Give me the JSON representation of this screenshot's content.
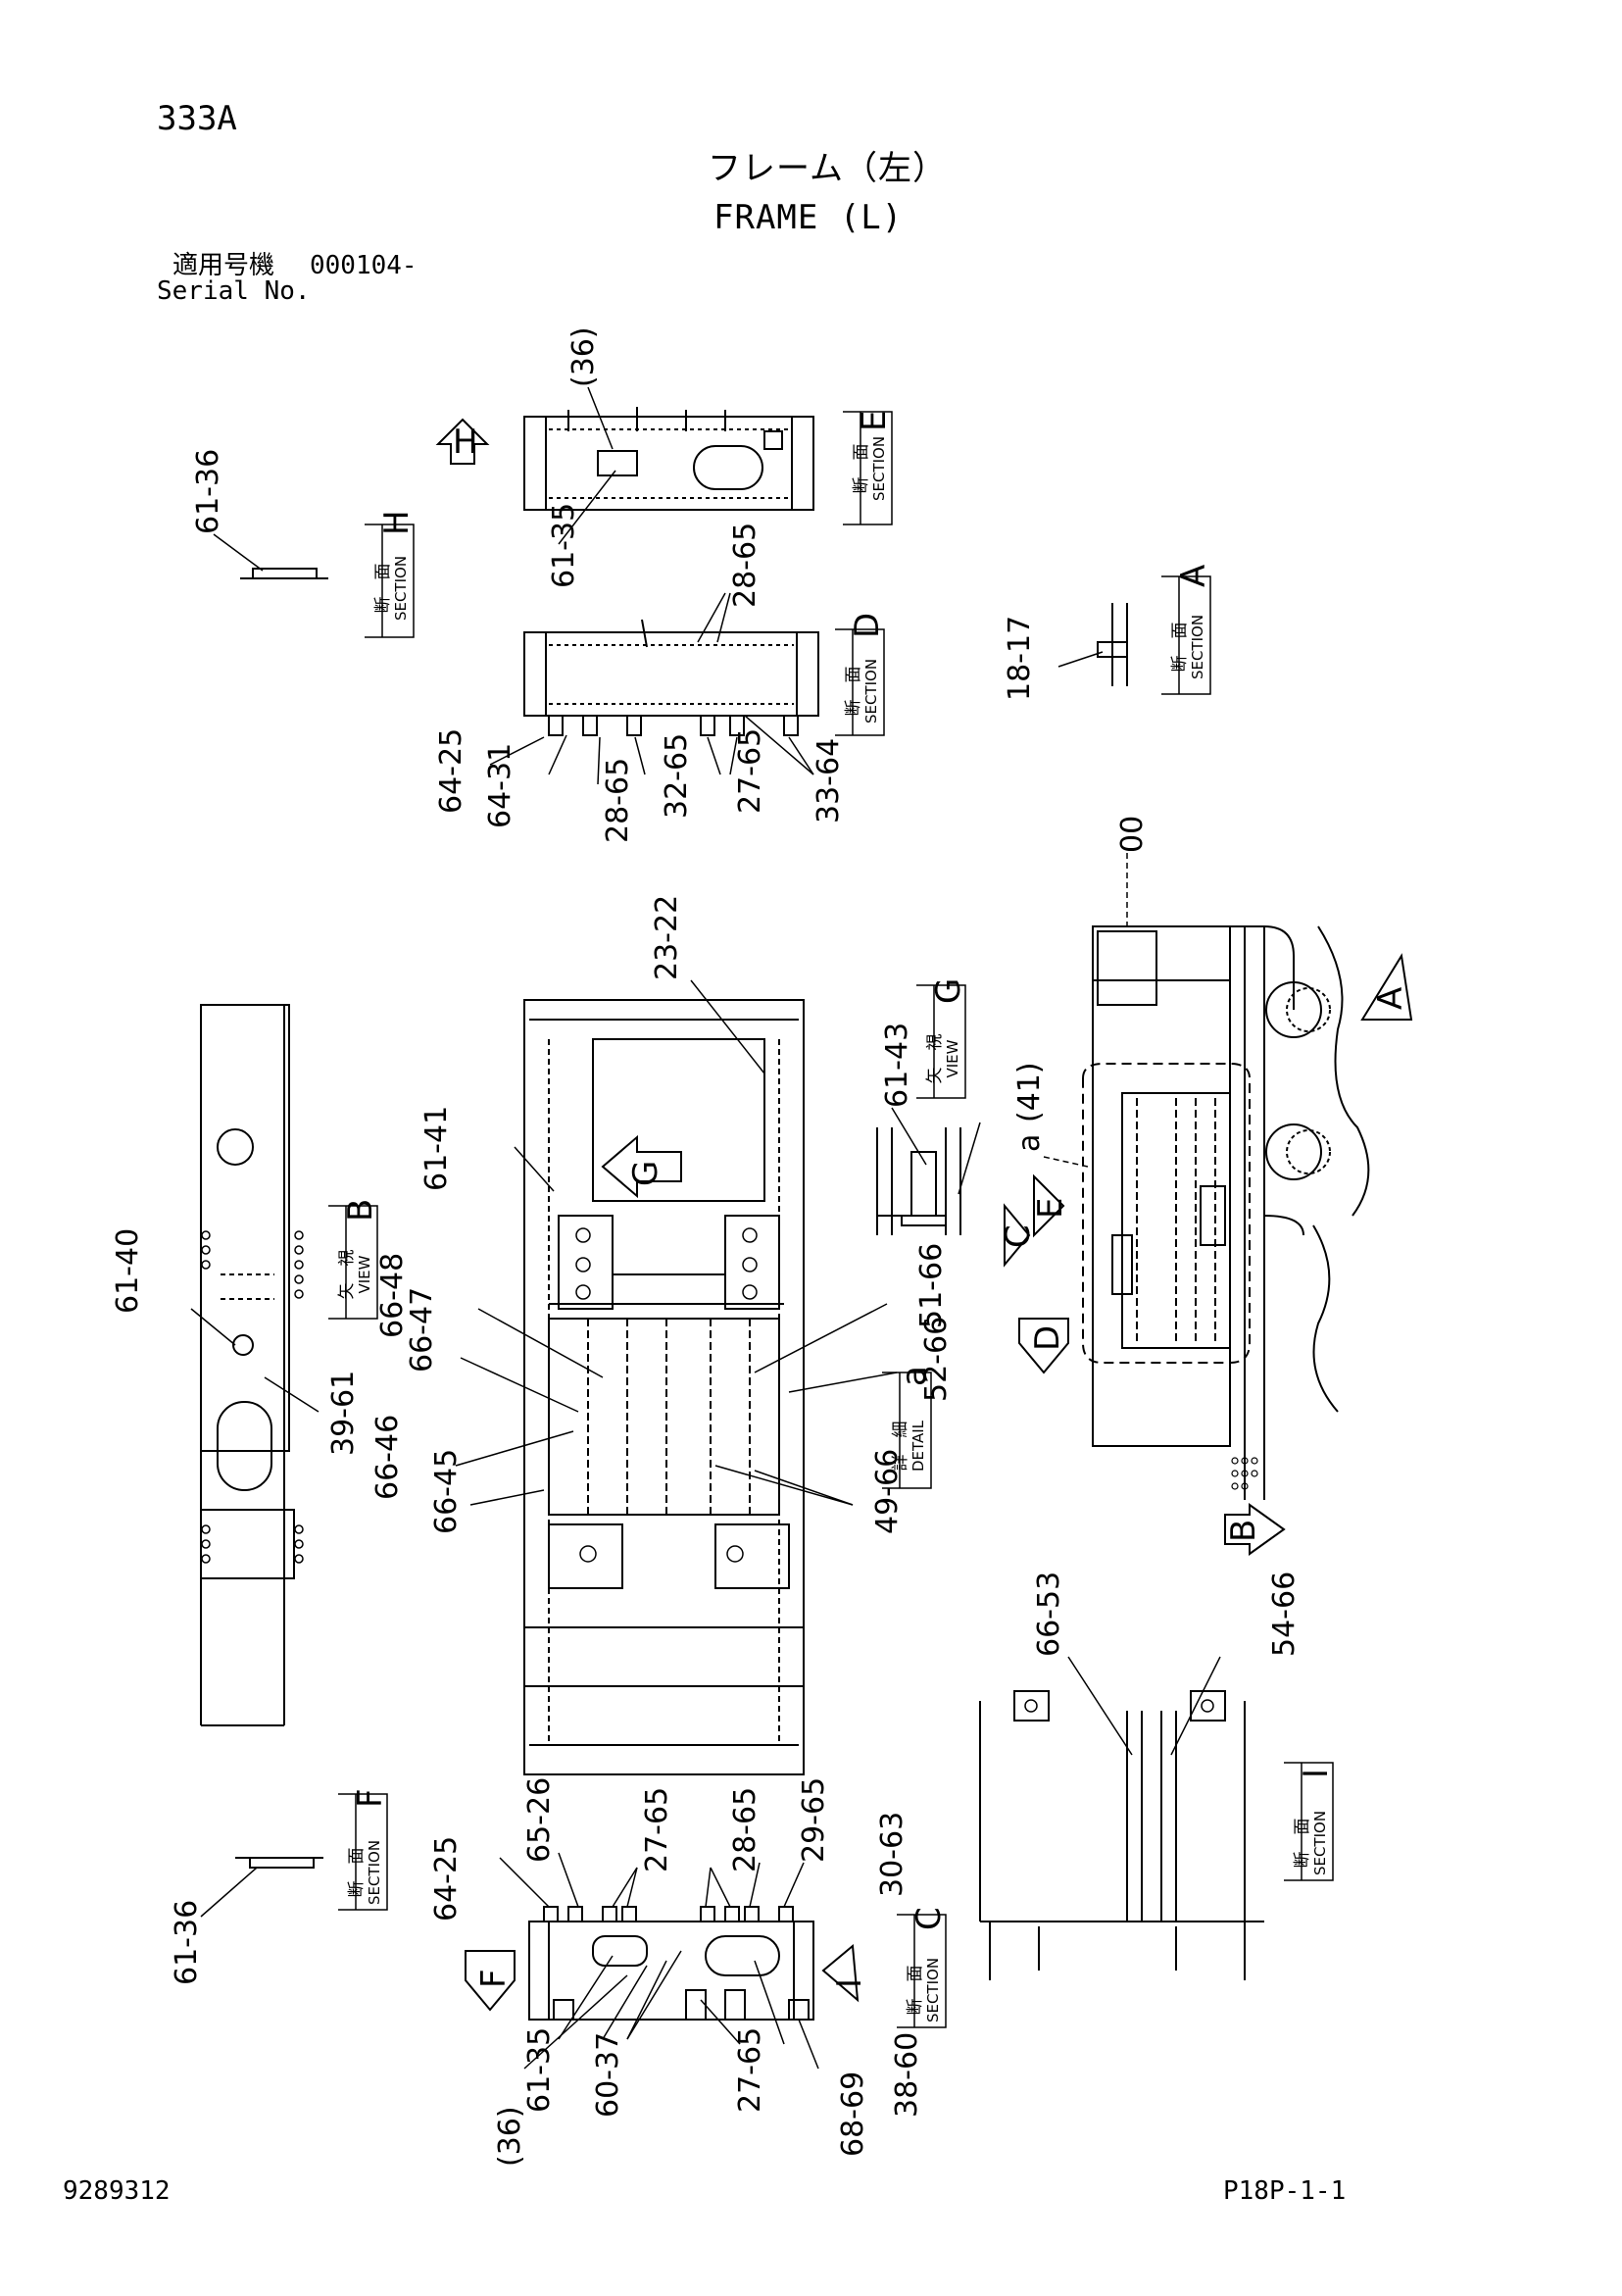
{
  "header": {
    "code": "333A",
    "title_jp": "フレーム（左）",
    "title_en": "FRAME (L)",
    "serial_jp": "適用号機",
    "serial_value": "000104-",
    "serial_en": "Serial No."
  },
  "footer": {
    "drawing_number": "9289312",
    "page_ref": "P18P-1-1"
  },
  "section_tags": [
    {
      "id": "E",
      "jp": "断　面",
      "en": "SECTION"
    },
    {
      "id": "H",
      "jp": "断　面",
      "en": "SECTION"
    },
    {
      "id": "D",
      "jp": "断　面",
      "en": "SECTION"
    },
    {
      "id": "A",
      "jp": "断　面",
      "en": "SECTION"
    },
    {
      "id": "G",
      "jp": "矢　視",
      "en": "VIEW"
    },
    {
      "id": "B",
      "jp": "矢　視",
      "en": "VIEW"
    },
    {
      "id": "a",
      "jp": "詳　細",
      "en": "DETAIL"
    },
    {
      "id": "I",
      "jp": "断　面",
      "en": "SECTION"
    },
    {
      "id": "F",
      "jp": "断　面",
      "en": "SECTION"
    },
    {
      "id": "C",
      "jp": "断　面",
      "en": "SECTION"
    }
  ],
  "view_arrows": [
    "H",
    "G",
    "C",
    "E",
    "D",
    "A",
    "B",
    "F",
    "I"
  ],
  "callouts": [
    "(36)",
    "61-35",
    "61-36",
    "28-65",
    "64-25",
    "64-31",
    "28-65",
    "32-65",
    "27-65",
    "33-64",
    "18-17",
    "23-22",
    "61-43",
    "(41)",
    "a",
    "61-41",
    "00",
    "61-40",
    "39-61",
    "66-48",
    "66-47",
    "51-66",
    "52-66",
    "66-46",
    "66-45",
    "49-66",
    "66-53",
    "54-66",
    "64-25",
    "65-26",
    "27-65",
    "28-65",
    "29-65",
    "30-63",
    "61-36",
    "61-35",
    "(36)",
    "60-37",
    "27-65",
    "38-60",
    "68-69"
  ]
}
